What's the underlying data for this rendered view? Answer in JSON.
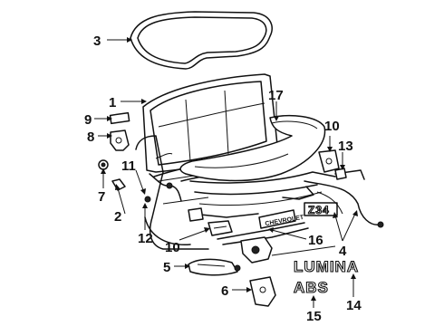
{
  "diagram": {
    "callouts": [
      {
        "id": "c1",
        "text": "1"
      },
      {
        "id": "c2",
        "text": "2"
      },
      {
        "id": "c3",
        "text": "3"
      },
      {
        "id": "c4",
        "text": "4"
      },
      {
        "id": "c5",
        "text": "5"
      },
      {
        "id": "c6",
        "text": "6"
      },
      {
        "id": "c7",
        "text": "7"
      },
      {
        "id": "c8",
        "text": "8"
      },
      {
        "id": "c9",
        "text": "9"
      },
      {
        "id": "c10a",
        "text": "10"
      },
      {
        "id": "c10b",
        "text": "10"
      },
      {
        "id": "c11",
        "text": "11"
      },
      {
        "id": "c12",
        "text": "12"
      },
      {
        "id": "c13",
        "text": "13"
      },
      {
        "id": "c14",
        "text": "14"
      },
      {
        "id": "c15",
        "text": "15"
      },
      {
        "id": "c16",
        "text": "16"
      },
      {
        "id": "c17",
        "text": "17"
      }
    ],
    "emblems": {
      "lumina": "LUMINA",
      "abs": "ABS",
      "chevrolet": "CHEVROLET",
      "z34": "Z34"
    }
  }
}
